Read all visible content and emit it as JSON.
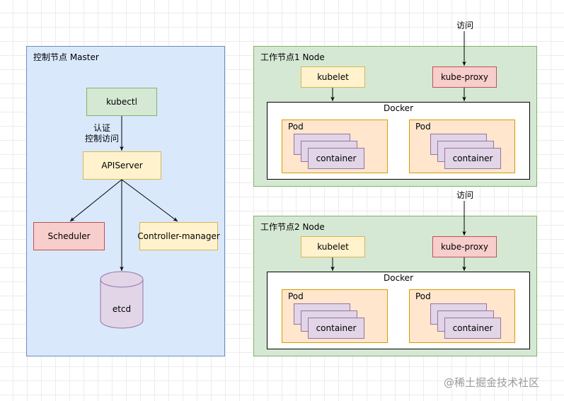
{
  "master": {
    "title": "控制节点 Master",
    "kubectl": "kubectl",
    "auth_line1": "认证",
    "auth_line2": "控制访问",
    "apiserver": "APIServer",
    "scheduler": "Scheduler",
    "controller_manager": "Controller-manager",
    "etcd": "etcd"
  },
  "workers": [
    {
      "title": "工作节点1 Node",
      "access": "访问",
      "kubelet": "kubelet",
      "kube_proxy": "kube-proxy",
      "docker": "Docker",
      "pods": [
        {
          "label": "Pod",
          "container": "container"
        },
        {
          "label": "Pod",
          "container": "container"
        }
      ]
    },
    {
      "title": "工作节点2 Node",
      "access": "访问",
      "kubelet": "kubelet",
      "kube_proxy": "kube-proxy",
      "docker": "Docker",
      "pods": [
        {
          "label": "Pod",
          "container": "container"
        },
        {
          "label": "Pod",
          "container": "container"
        }
      ]
    }
  ],
  "watermark": "@稀土掘金技术社区",
  "colors": {
    "master_fill": "#dae8fc",
    "worker_fill": "#d5e8d4",
    "yellow_fill": "#fff2cc",
    "red_fill": "#f8cecc",
    "pod_fill": "#ffe6cc",
    "container_fill": "#e1d5e7"
  }
}
